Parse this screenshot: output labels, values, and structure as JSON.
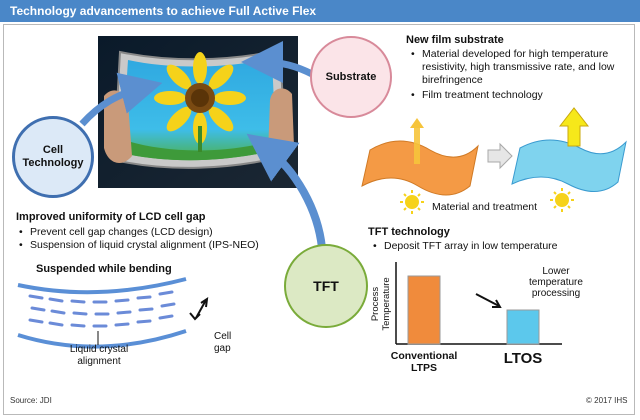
{
  "title": "Technology advancements to achieve Full Active Flex",
  "substrate": {
    "bubble_label": "Substrate",
    "heading": "New film substrate",
    "bullets": [
      "Material developed for high temperature resistivity, high transmissive rate, and low birefringence",
      "Film treatment technology"
    ],
    "caption": "Material and treatment"
  },
  "cell": {
    "bubble_label_line1": "Cell",
    "bubble_label_line2": "Technology",
    "heading": "Improved uniformity of LCD cell gap",
    "bullets": [
      "Prevent cell gap changes (LCD design)",
      "Suspension of liquid crystal alignment (IPS-NEO)"
    ],
    "diagram_title": "Suspended while bending",
    "lc_label_line1": "Liquid crystal",
    "lc_label_line2": "alignment",
    "gap_label_line1": "Cell",
    "gap_label_line2": "gap"
  },
  "tft": {
    "bubble_label": "TFT",
    "heading": "TFT technology",
    "bullets": [
      "Deposit TFT array in low temperature"
    ]
  },
  "chart_data": {
    "type": "bar",
    "categories": [
      "Conventional LTPS",
      "LTOS"
    ],
    "category_lines": [
      [
        "Conventional",
        "LTPS"
      ],
      [
        "LTOS"
      ]
    ],
    "values": [
      1.0,
      0.5
    ],
    "ylabel_lines": [
      "Process",
      "Temperature"
    ],
    "annotation_lines": [
      "Lower",
      "temperature",
      "processing"
    ],
    "colors": [
      "#f08b3c",
      "#5cc8ec"
    ]
  },
  "footer": {
    "source": "Source: JDI",
    "copyright": "© 2017 IHS"
  },
  "colors": {
    "title_bar": "#4a87c8",
    "arrow_blue": "#5b8fd0",
    "tft_circle": "#dce9c4",
    "tft_border": "#7aab3a",
    "substrate_circle": "#fbe4e8",
    "substrate_border": "#d88a9a",
    "cell_circle": "#dce9f7",
    "cell_border": "#3f6fb0",
    "orange_film": "#f49a45",
    "blue_film": "#7fd3ee"
  }
}
